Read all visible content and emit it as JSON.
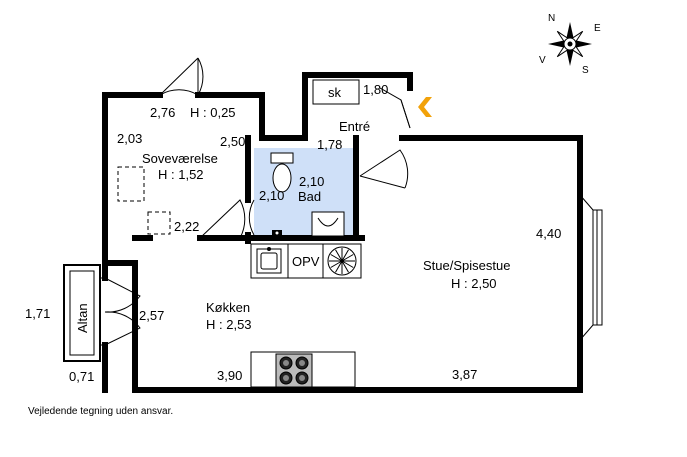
{
  "rooms": {
    "sovevaerelse": {
      "name": "Soveværelse",
      "height": "H : 1,52"
    },
    "bad": {
      "name": "Bad"
    },
    "entre": {
      "name": "Entré"
    },
    "stue": {
      "name": "Stue/Spisestue",
      "height": "H : 2,50"
    },
    "kokken": {
      "name": "Køkken",
      "height": "H : 2,53"
    },
    "altan": {
      "name": "Altan"
    },
    "sk": {
      "name": "sk"
    },
    "opv": {
      "name": "OPV"
    }
  },
  "dimensions": {
    "bed_top": "2,76",
    "bed_top_height": "H : 0,25",
    "bed_left": "2,03",
    "bed_right": "2,50",
    "bed_bottom": "2,22",
    "entre_top": "1,80",
    "entre_left": "1,78",
    "bad_left": "2,10",
    "bad_right": "2,10",
    "stue_right": "4,40",
    "stue_bottom": "3,87",
    "kokken_bottom": "3,90",
    "kokken_left": "2,57",
    "altan_height": "1,71",
    "altan_width": "0,71"
  },
  "compass": {
    "n": "N",
    "e": "E",
    "s": "S",
    "v": "V"
  },
  "disclaimer": "Vejledende tegning uden ansvar.",
  "colors": {
    "bathroom_fill": "#cfe0f8",
    "entrance_arrow": "#f2a20a",
    "wall": "#000000"
  }
}
